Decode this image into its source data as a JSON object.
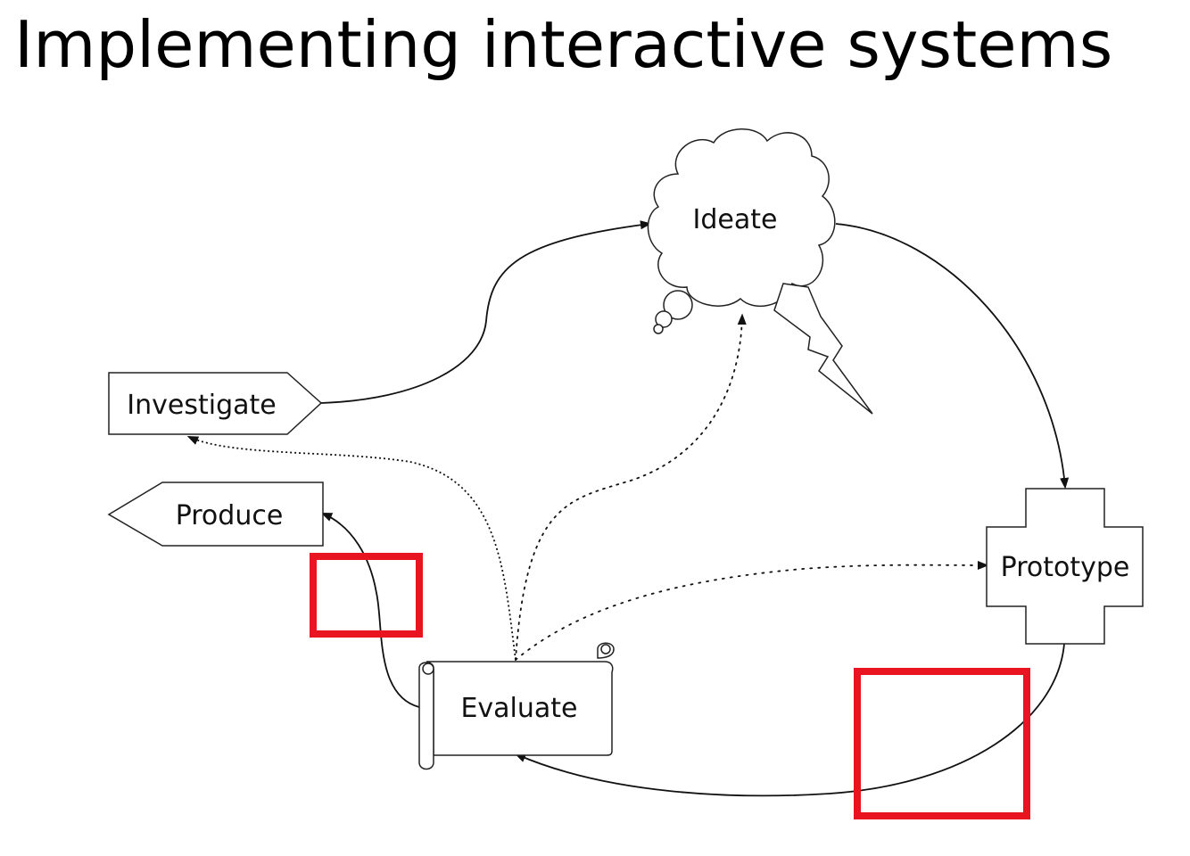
{
  "slide": {
    "title": "Implementing interactive systems"
  },
  "diagram": {
    "nodes": {
      "ideate": "Ideate",
      "investigate": "Investigate",
      "produce": "Produce",
      "prototype": "Prototype",
      "evaluate": "Evaluate"
    },
    "colors": {
      "line": "#111111",
      "highlight": "#e8141f"
    },
    "highlights": [
      "produce-edge-highlight",
      "prototype-edge-highlight"
    ]
  }
}
